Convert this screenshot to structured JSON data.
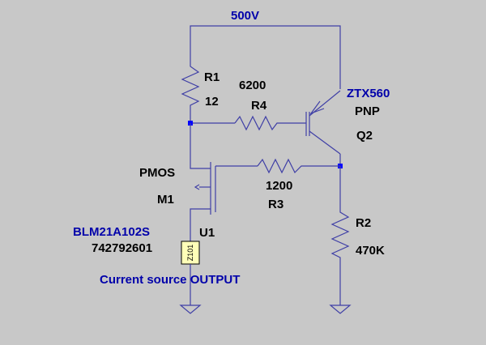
{
  "supply": {
    "label": "500V"
  },
  "r1": {
    "name": "R1",
    "value": "12"
  },
  "r4": {
    "name": "R4",
    "value": "6200"
  },
  "q2": {
    "model": "ZTX560",
    "type": "PNP",
    "name": "Q2"
  },
  "m1": {
    "type": "PMOS",
    "name": "M1"
  },
  "r3": {
    "name": "R3",
    "value": "1200"
  },
  "r2": {
    "name": "R2",
    "value": "470K"
  },
  "u1": {
    "name": "U1",
    "model": "BLM21A102S",
    "part_number": "742792601",
    "symbol_text": "Z101"
  },
  "output": {
    "label": "Current source OUTPUT"
  },
  "colors": {
    "background": "#c8c8c8",
    "wire": "#3f3fa6",
    "junction": "#0000ff",
    "model_text": "#0000aa"
  }
}
